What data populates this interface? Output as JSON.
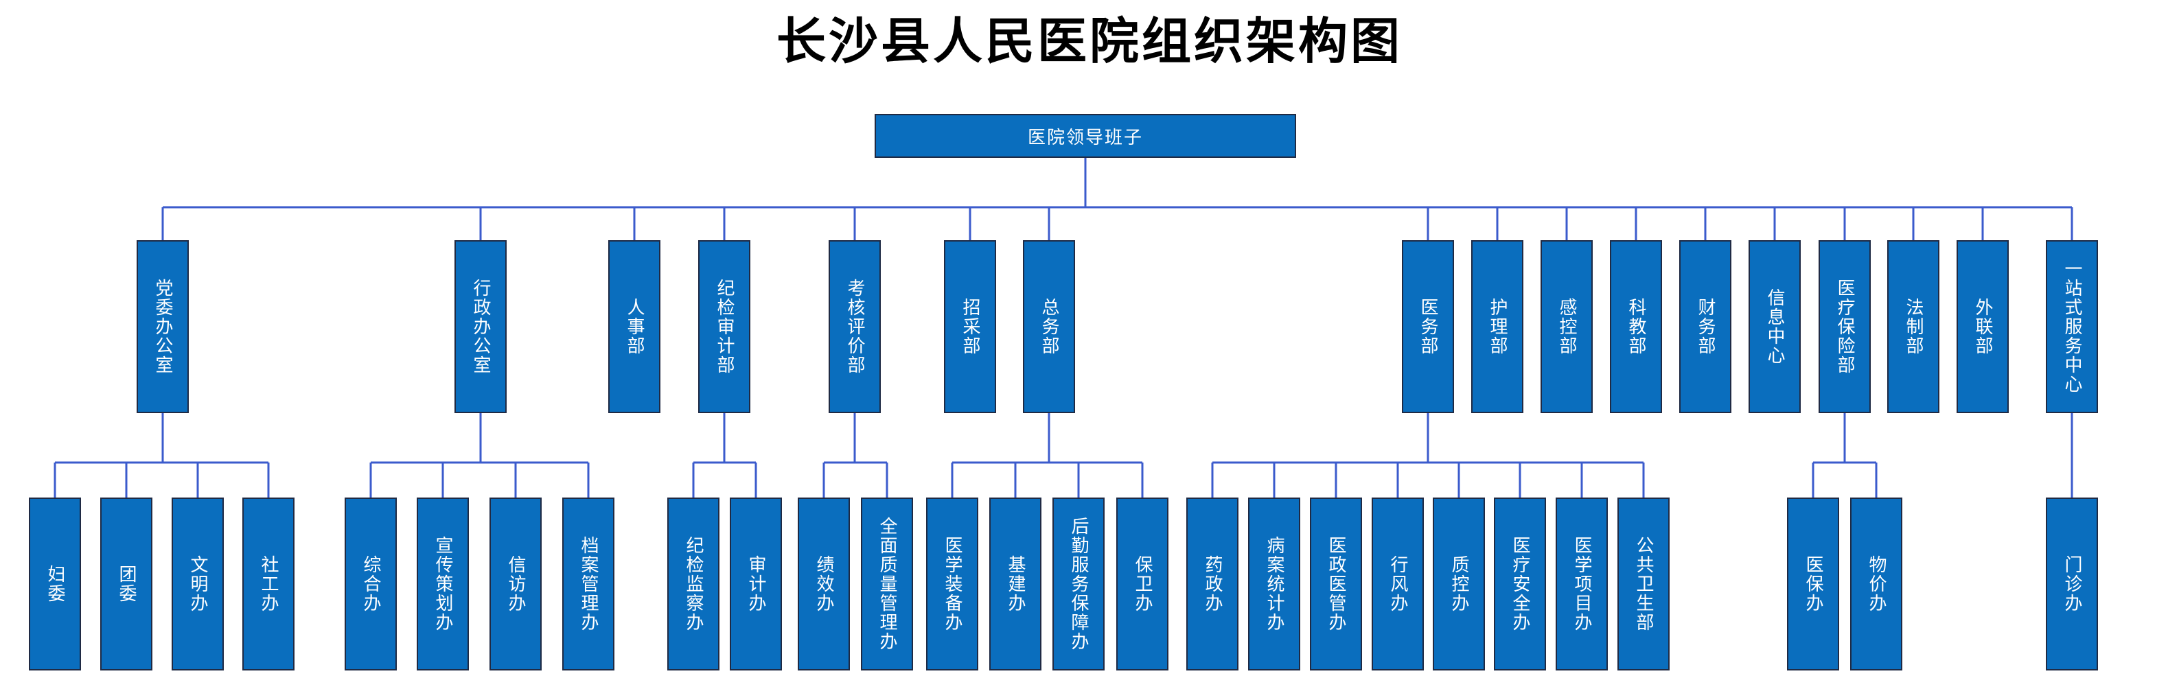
{
  "title": "长沙县人民医院组织架构图",
  "colors": {
    "box": "#0a6ebe",
    "line": "#3b5bcc"
  },
  "root": "医院领导班子",
  "departments": [
    "党委办公室",
    "行政办公室",
    "人事部",
    "纪检审计部",
    "考核评价部",
    "招采部",
    "总务部",
    "医务部",
    "护理部",
    "感控部",
    "科教部",
    "财务部",
    "信息中心",
    "医疗保险部",
    "法制部",
    "外联部",
    "一站式服务中心"
  ],
  "offices": {
    "党委办公室": [
      "妇委",
      "团委",
      "文明办",
      "社工办"
    ],
    "行政办公室": [
      "综合办",
      "宣传策划办",
      "信访办",
      "档案管理办"
    ],
    "纪检审计部": [
      "纪检监察办",
      "审计办"
    ],
    "考核评价部": [
      "绩效办",
      "全面质量管理办"
    ],
    "总务部": [
      "医学装备办",
      "基建办",
      "后勤服务保障办",
      "保卫办"
    ],
    "医务部": [
      "药政办",
      "病案统计办",
      "医政医管办",
      "行风办",
      "质控办",
      "医疗安全办",
      "医学项目办",
      "公共卫生部"
    ],
    "医疗保险部": [
      "医保办",
      "物价办"
    ],
    "一站式服务中心": [
      "门诊办"
    ]
  }
}
